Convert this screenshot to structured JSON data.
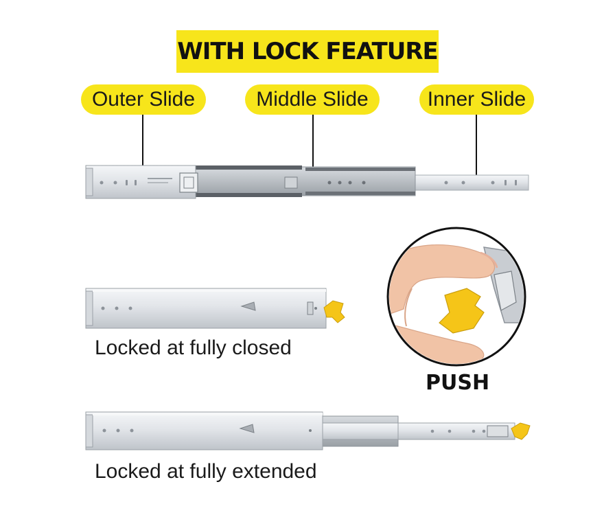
{
  "header": {
    "title": "WITH LOCK FEATURE"
  },
  "callouts": {
    "outer": "Outer Slide",
    "middle": "Middle Slide",
    "inner": "Inner Slide"
  },
  "captions": {
    "closed": "Locked at fully closed",
    "extended": "Locked at fully extended"
  },
  "push": {
    "label": "PUSH"
  },
  "colors": {
    "accent_yellow": "#f7e51b",
    "lever_yellow": "#f5c518",
    "steel_light": "#e9ecef",
    "steel_mid": "#c9cdd2",
    "steel_dark": "#8d939a",
    "skin": "#f1c3a6"
  }
}
